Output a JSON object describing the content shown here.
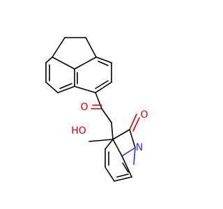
{
  "atoms": {
    "ketone_oxygen": "O",
    "hydroxyl": "HO",
    "lactam_oxygen": "O",
    "nitrogen": "N"
  },
  "colors": {
    "background": "#ffffff",
    "bond": "#000000",
    "oxygen": "#e00000",
    "nitrogen": "#2a34e6"
  }
}
